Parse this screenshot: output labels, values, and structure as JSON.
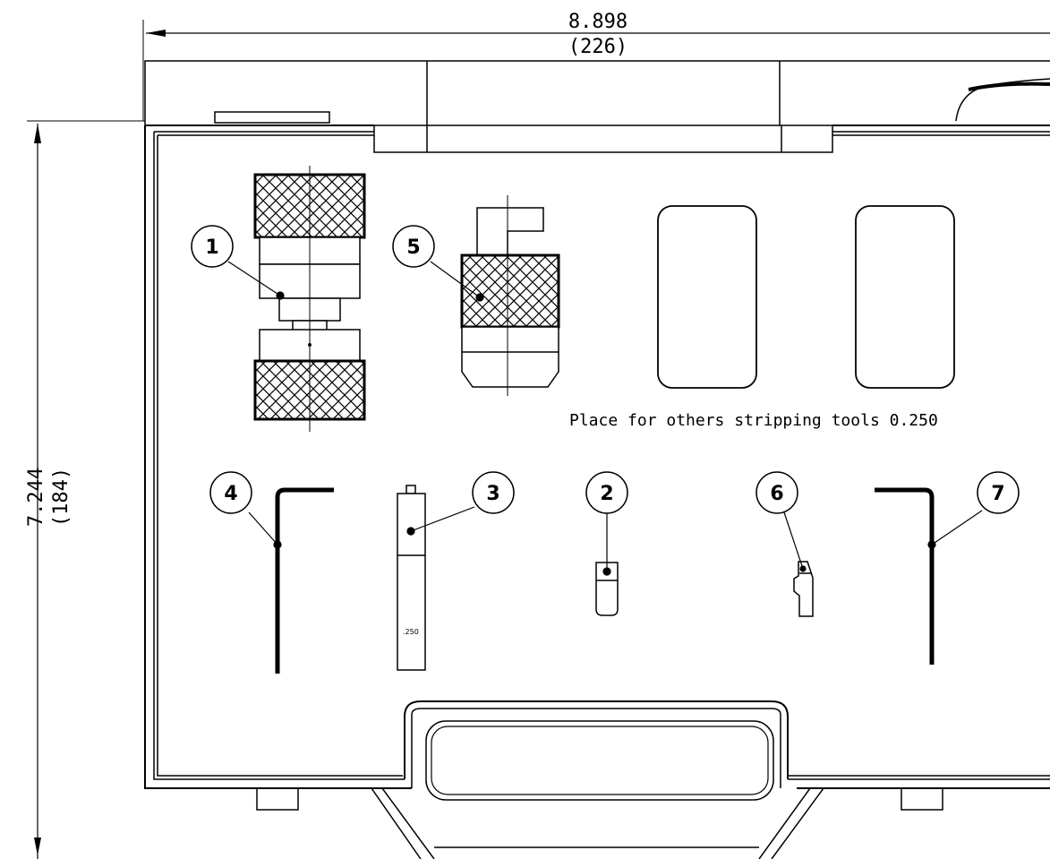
{
  "dimensions": {
    "width_in": "8.898",
    "width_mm": "(226)",
    "height_in": "7.244",
    "height_mm": "(184)"
  },
  "note": "Place for others stripping tools 0.250",
  "callouts": [
    "1",
    "5",
    "4",
    "3",
    "2",
    "6",
    "7"
  ],
  "gauge_mark": ".250",
  "colors": {
    "line": "#000000",
    "background": "#ffffff"
  }
}
